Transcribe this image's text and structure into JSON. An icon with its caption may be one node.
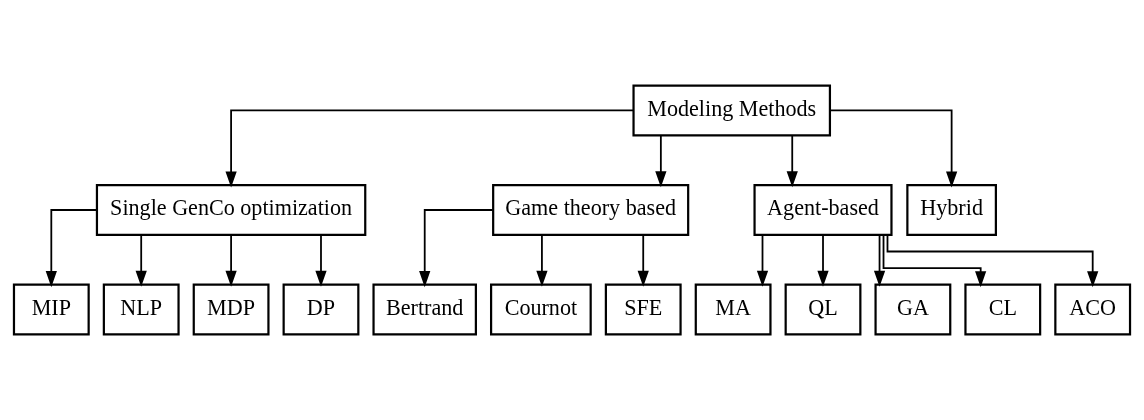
{
  "diagram": {
    "nodes": [
      {
        "text": [
          "Modeling Methods"
        ]
      },
      {
        "text": [
          "Single GenCo optimization"
        ]
      },
      {
        "text": [
          "Game theory based"
        ]
      },
      {
        "text": [
          "Agent-based"
        ]
      },
      {
        "text": [
          "Hybrid"
        ]
      },
      {
        "text": [
          "MIP"
        ]
      },
      {
        "text": [
          "NLP"
        ]
      },
      {
        "text": [
          "MDP"
        ]
      },
      {
        "text": [
          "DP"
        ]
      },
      {
        "text": [
          "Bertrand"
        ]
      },
      {
        "text": [
          "Cournot"
        ]
      },
      {
        "text": [
          "SFE"
        ]
      },
      {
        "text": [
          "MA"
        ]
      },
      {
        "text": [
          "QL"
        ]
      },
      {
        "text": [
          "GA"
        ]
      },
      {
        "text": [
          "CL"
        ]
      },
      {
        "text": [
          "ACO"
        ]
      }
    ],
    "edges": [
      {
        "from": 0,
        "to": 1,
        "arrow": "to"
      },
      {
        "from": 0,
        "to": 2,
        "arrow": "to"
      },
      {
        "from": 0,
        "to": 3,
        "arrow": "to"
      },
      {
        "from": 0,
        "to": 4,
        "arrow": "to"
      },
      {
        "from": 1,
        "to": 5,
        "arrow": "to"
      },
      {
        "from": 1,
        "to": 6,
        "arrow": "to"
      },
      {
        "from": 1,
        "to": 7,
        "arrow": "to"
      },
      {
        "from": 1,
        "to": 8,
        "arrow": "to"
      },
      {
        "from": 2,
        "to": 9,
        "arrow": "to"
      },
      {
        "from": 2,
        "to": 10,
        "arrow": "to"
      },
      {
        "from": 2,
        "to": 11,
        "arrow": "to"
      },
      {
        "from": 3,
        "to": 12,
        "arrow": "to"
      },
      {
        "from": 3,
        "to": 13,
        "arrow": "to"
      },
      {
        "from": 3,
        "to": 14,
        "arrow": "to"
      },
      {
        "from": 3,
        "to": 15,
        "arrow": "to"
      },
      {
        "from": 3,
        "to": 16,
        "arrow": "to"
      }
    ]
  }
}
